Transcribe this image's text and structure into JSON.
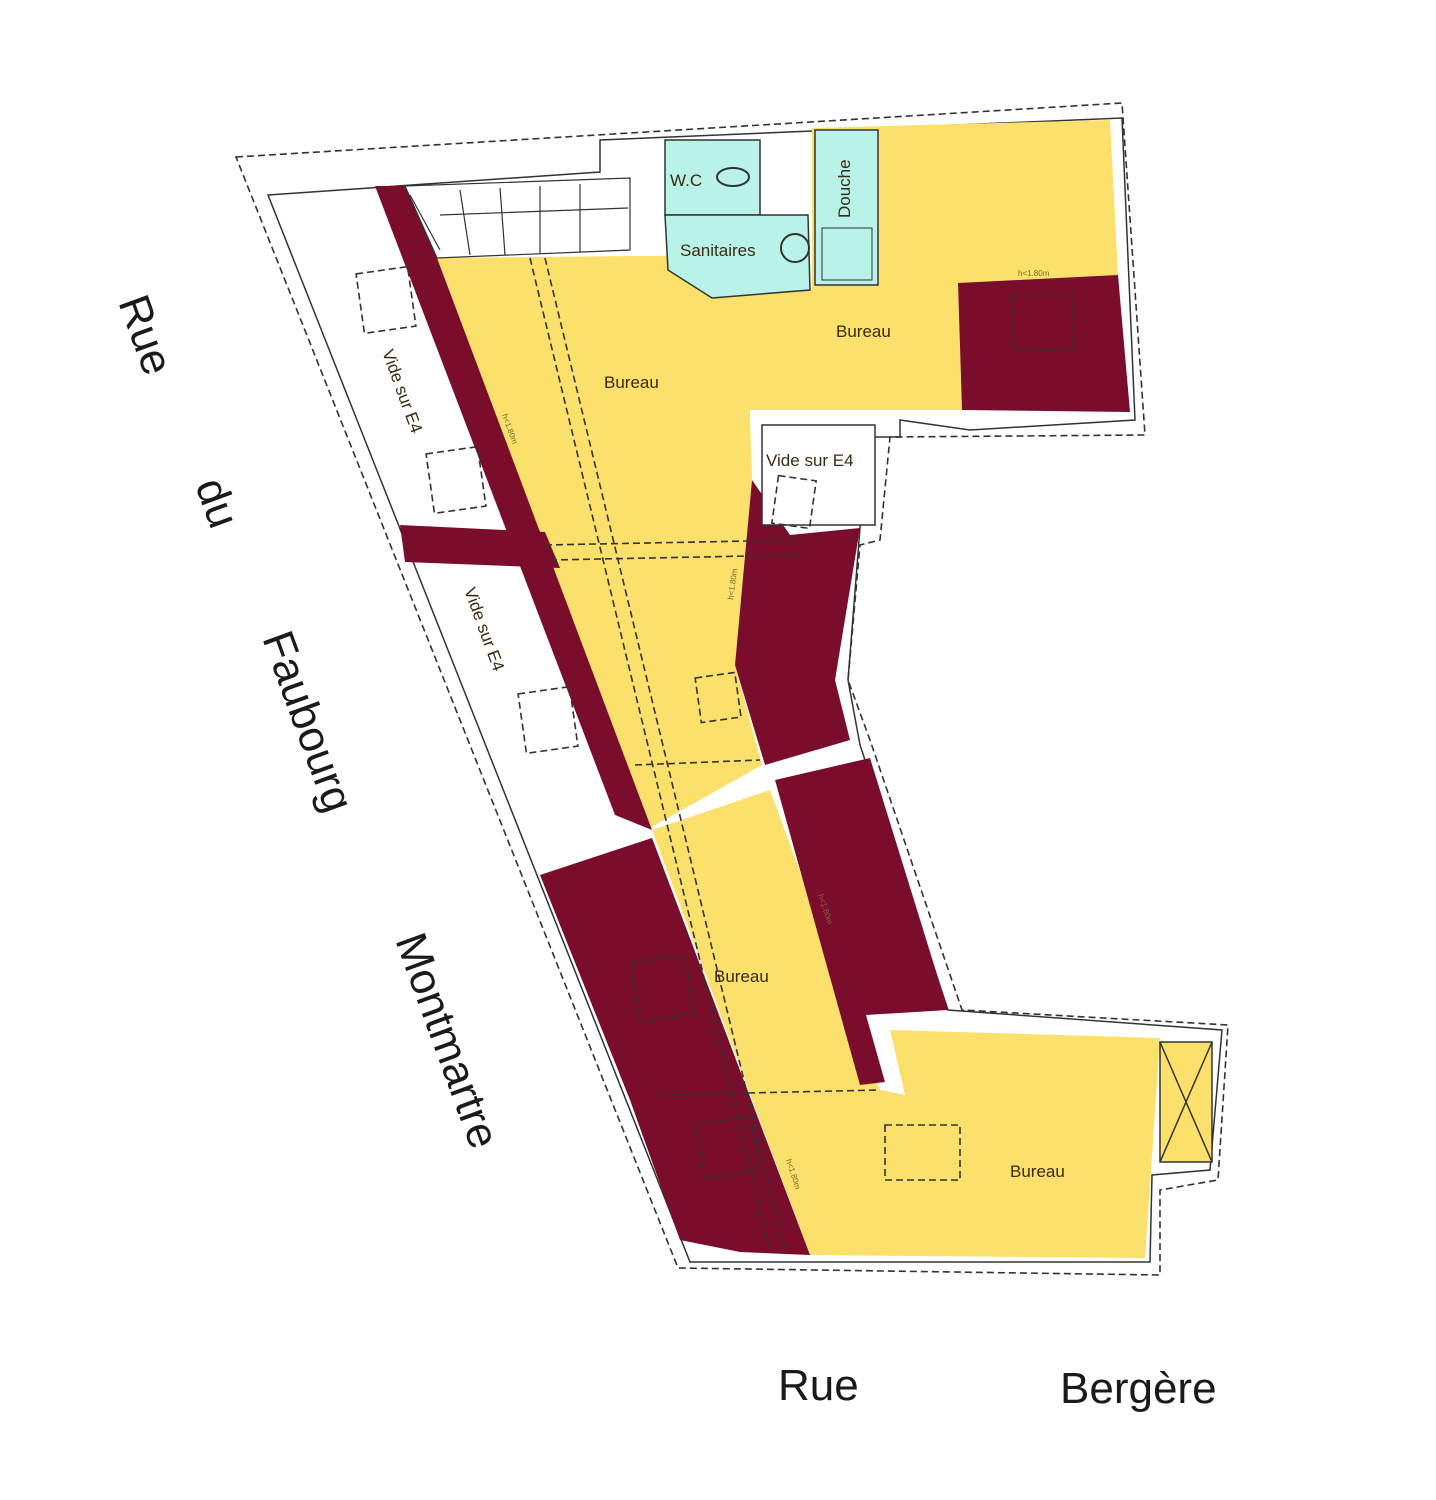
{
  "colors": {
    "office_area": "#fbe06b",
    "low_ceiling_area": "#7b0d2c",
    "sanitary_area": "#b9f2e8",
    "void": "#ffffff"
  },
  "rooms": {
    "bureau_upper_left": "Bureau",
    "bureau_upper_right": "Bureau",
    "bureau_middle": "Bureau",
    "bureau_lower_right": "Bureau",
    "wc": "W.C",
    "sanitaires": "Sanitaires",
    "douche": "Douche",
    "vide_1": "Vide sur E4",
    "vide_2": "Vide sur E4",
    "vide_3": "Vide sur E4"
  },
  "height_notes": [
    "h<1.80m",
    "h<1.80m",
    "h<1.80m",
    "h<1.80m",
    "h<1.80m"
  ],
  "streets": {
    "west": [
      "Rue",
      "du",
      "Faubourg",
      "Montmartre"
    ],
    "south": [
      "Rue",
      "Bergère"
    ]
  }
}
